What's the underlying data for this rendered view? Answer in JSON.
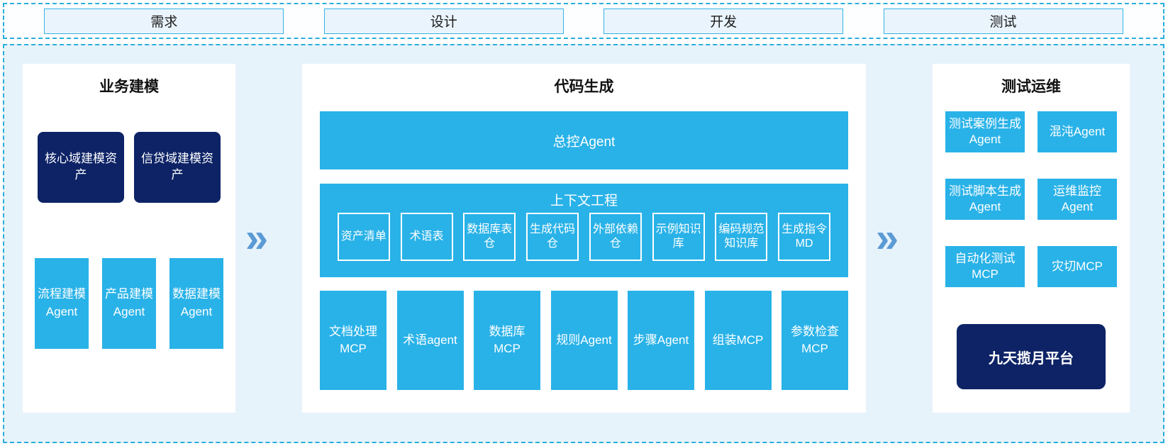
{
  "phases": [
    "需求",
    "设计",
    "开发",
    "测试"
  ],
  "arrow": "»",
  "business_modeling": {
    "title": "业务建模",
    "assets": [
      "核心域建模资产",
      "信贷域建模资产"
    ],
    "agents": [
      "流程建模Agent",
      "产品建模Agent",
      "数据建模Agent"
    ]
  },
  "code_generation": {
    "title": "代码生成",
    "master_agent": "总控Agent",
    "context_engineering": {
      "title": "上下文工程",
      "items": [
        "资产清单",
        "术语表",
        "数据库表仓",
        "生成代码仓",
        "外部依赖仓",
        "示例知识库",
        "编码规范知识库",
        "生成指令MD"
      ]
    },
    "agents": [
      "文档处理MCP",
      "术语agent",
      "数据库MCP",
      "规则Agent",
      "步骤Agent",
      "组装MCP",
      "参数检查MCP"
    ]
  },
  "test_ops": {
    "title": "测试运维",
    "agents": [
      "测试案例生成Agent",
      "混沌Agent",
      "测试脚本生成Agent",
      "运维监控Agent",
      "自动化测试MCP",
      "灾切MCP"
    ],
    "platform": "九天揽月平台"
  },
  "colors": {
    "cyan": "#29b2e8",
    "navy": "#0d2366",
    "arrow_blue": "#5b9bd5",
    "dashed_border": "#2aaede",
    "area_background": "#e7f3fb"
  }
}
